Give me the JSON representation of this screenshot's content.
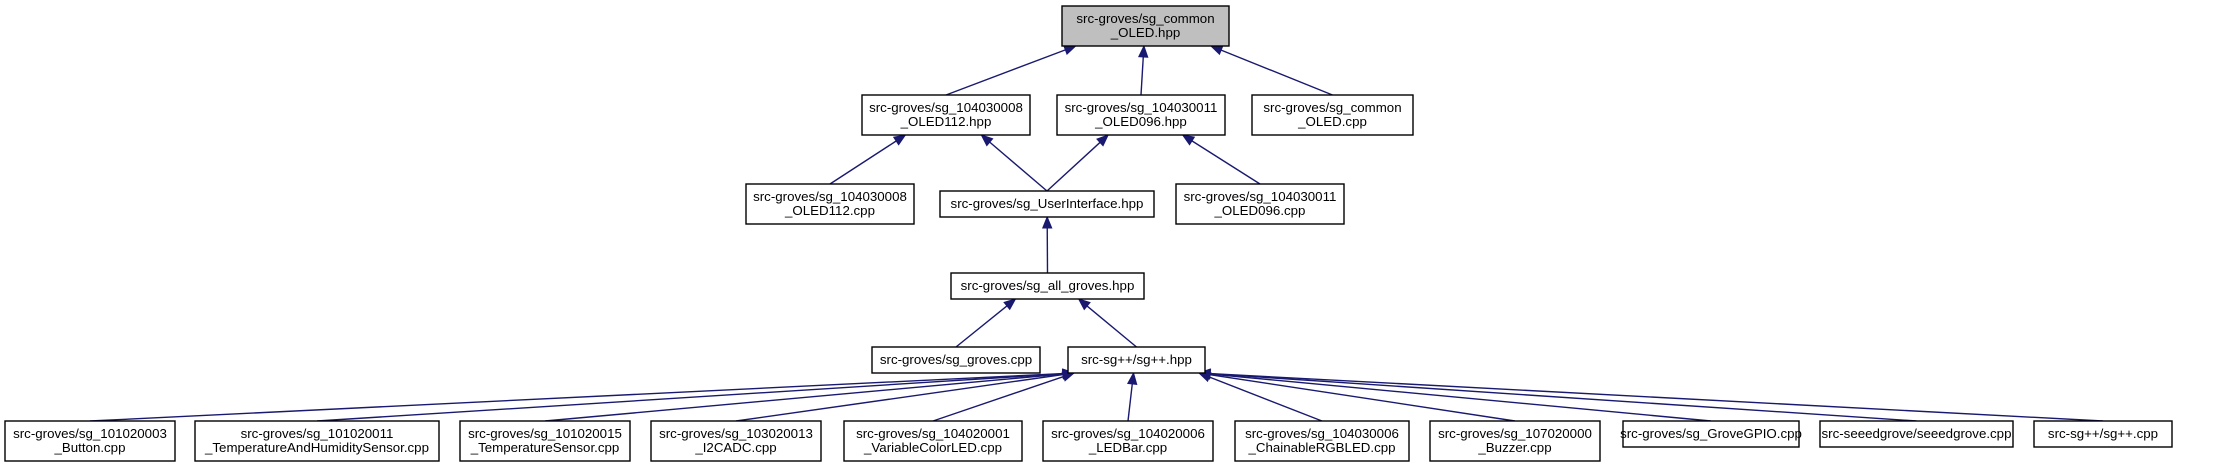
{
  "colors": {
    "edge": "#191970",
    "node_border": "#000000",
    "node_fill": "#ffffff",
    "root_fill": "#bfbfbf"
  },
  "nodes": [
    {
      "id": "root",
      "lines": [
        "src-groves/sg_common",
        "_OLED.hpp"
      ],
      "root": true
    },
    {
      "id": "oled112_hpp",
      "lines": [
        "src-groves/sg_104030008",
        "_OLED112.hpp"
      ]
    },
    {
      "id": "oled096_hpp",
      "lines": [
        "src-groves/sg_104030011",
        "_OLED096.hpp"
      ]
    },
    {
      "id": "common_cpp",
      "lines": [
        "src-groves/sg_common",
        "_OLED.cpp"
      ]
    },
    {
      "id": "oled112_cpp",
      "lines": [
        "src-groves/sg_104030008",
        "_OLED112.cpp"
      ]
    },
    {
      "id": "ui_hpp",
      "lines": [
        "src-groves/sg_UserInterface.hpp"
      ]
    },
    {
      "id": "oled096_cpp",
      "lines": [
        "src-groves/sg_104030011",
        "_OLED096.cpp"
      ]
    },
    {
      "id": "all_groves",
      "lines": [
        "src-groves/sg_all_groves.hpp"
      ]
    },
    {
      "id": "groves_cpp",
      "lines": [
        "src-groves/sg_groves.cpp"
      ]
    },
    {
      "id": "sgpp_hpp",
      "lines": [
        "src-sg++/sg++.hpp"
      ]
    },
    {
      "id": "button",
      "lines": [
        "src-groves/sg_101020003",
        "_Button.cpp"
      ]
    },
    {
      "id": "temphum",
      "lines": [
        "src-groves/sg_101020011",
        "_TemperatureAndHumiditySensor.cpp"
      ]
    },
    {
      "id": "temp",
      "lines": [
        "src-groves/sg_101020015",
        "_TemperatureSensor.cpp"
      ]
    },
    {
      "id": "i2cadc",
      "lines": [
        "src-groves/sg_103020013",
        "_I2CADC.cpp"
      ]
    },
    {
      "id": "varled",
      "lines": [
        "src-groves/sg_104020001",
        "_VariableColorLED.cpp"
      ]
    },
    {
      "id": "ledbar",
      "lines": [
        "src-groves/sg_104020006",
        "_LEDBar.cpp"
      ]
    },
    {
      "id": "rgbled",
      "lines": [
        "src-groves/sg_104030006",
        "_ChainableRGBLED.cpp"
      ]
    },
    {
      "id": "buzzer",
      "lines": [
        "src-groves/sg_107020000",
        "_Buzzer.cpp"
      ]
    },
    {
      "id": "gpio",
      "lines": [
        "src-groves/sg_GroveGPIO.cpp"
      ]
    },
    {
      "id": "seeed",
      "lines": [
        "src-seeedgrove/seeedgrove.cpp"
      ]
    },
    {
      "id": "sgpp_cpp",
      "lines": [
        "src-sg++/sg++.cpp"
      ]
    }
  ],
  "edges": [
    [
      "oled112_hpp",
      "root"
    ],
    [
      "oled096_hpp",
      "root"
    ],
    [
      "common_cpp",
      "root"
    ],
    [
      "oled112_cpp",
      "oled112_hpp"
    ],
    [
      "ui_hpp",
      "oled112_hpp"
    ],
    [
      "ui_hpp",
      "oled096_hpp"
    ],
    [
      "oled096_cpp",
      "oled096_hpp"
    ],
    [
      "all_groves",
      "ui_hpp"
    ],
    [
      "groves_cpp",
      "all_groves"
    ],
    [
      "sgpp_hpp",
      "all_groves"
    ],
    [
      "button",
      "sgpp_hpp"
    ],
    [
      "temphum",
      "sgpp_hpp"
    ],
    [
      "temp",
      "sgpp_hpp"
    ],
    [
      "i2cadc",
      "sgpp_hpp"
    ],
    [
      "varled",
      "sgpp_hpp"
    ],
    [
      "ledbar",
      "sgpp_hpp"
    ],
    [
      "rgbled",
      "sgpp_hpp"
    ],
    [
      "buzzer",
      "sgpp_hpp"
    ],
    [
      "gpio",
      "sgpp_hpp"
    ],
    [
      "seeed",
      "sgpp_hpp"
    ],
    [
      "sgpp_cpp",
      "sgpp_hpp"
    ]
  ]
}
